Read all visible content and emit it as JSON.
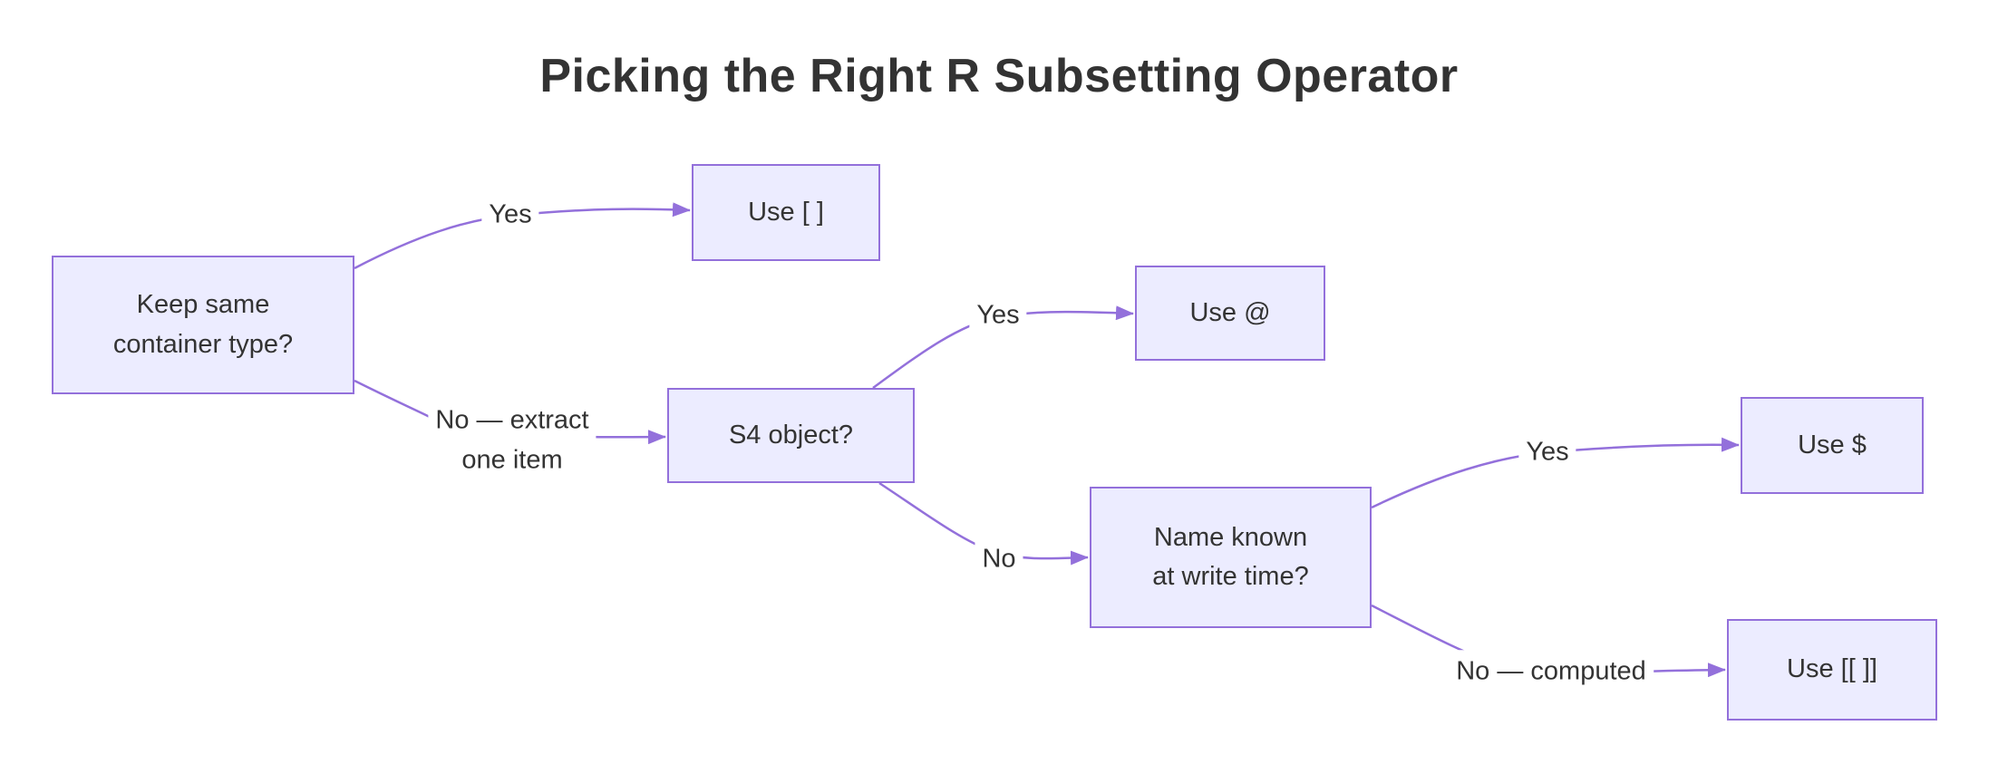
{
  "title": "Picking the Right R Subsetting Operator",
  "nodes": {
    "keep": {
      "lines": [
        "Keep same",
        "container type?"
      ]
    },
    "use_bracket": {
      "lines": [
        "Use [ ]"
      ]
    },
    "s4": {
      "lines": [
        "S4 object?"
      ]
    },
    "use_at": {
      "lines": [
        "Use @"
      ]
    },
    "name_known": {
      "lines": [
        "Name known",
        "at write time?"
      ]
    },
    "use_dollar": {
      "lines": [
        "Use $"
      ]
    },
    "use_double_bracket": {
      "lines": [
        "Use [[ ]]"
      ]
    }
  },
  "edge_labels": {
    "keep_yes": {
      "lines": [
        "Yes"
      ]
    },
    "keep_no": {
      "lines": [
        "No — extract",
        "one item"
      ]
    },
    "s4_yes": {
      "lines": [
        "Yes"
      ]
    },
    "s4_no": {
      "lines": [
        "No"
      ]
    },
    "name_known_yes": {
      "lines": [
        "Yes"
      ]
    },
    "name_known_no": {
      "lines": [
        "No — computed"
      ]
    }
  },
  "colors": {
    "node_fill": "#ECECFF",
    "node_border": "#9370DB",
    "edge_stroke": "#9370DB",
    "text": "#333333",
    "background": "#FFFFFF"
  }
}
